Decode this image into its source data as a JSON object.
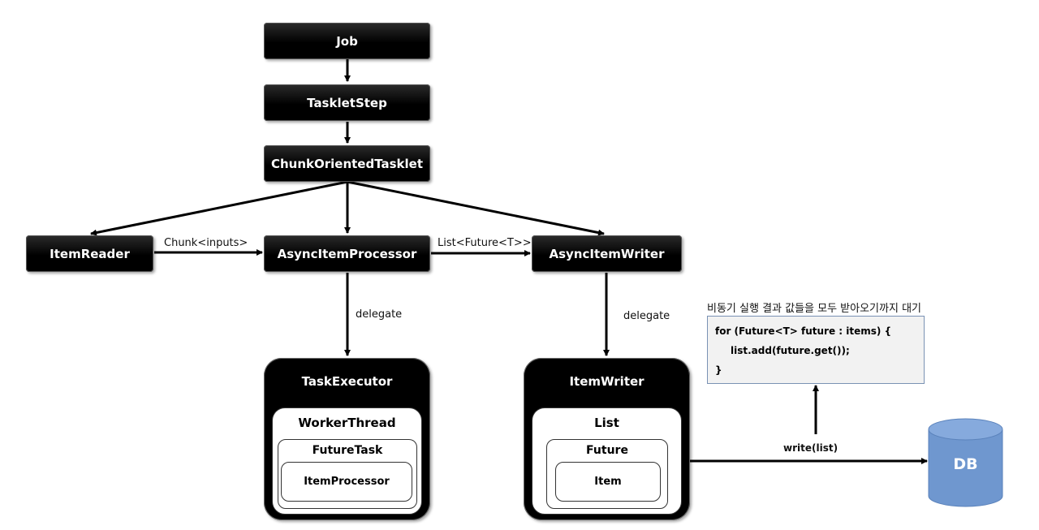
{
  "nodes": {
    "job": "Job",
    "tasklet_step": "TaskletStep",
    "chunk_oriented_tasklet": "ChunkOrientedTasklet",
    "item_reader": "ItemReader",
    "async_item_processor": "AsyncItemProcessor",
    "async_item_writer": "AsyncItemWriter"
  },
  "edge_labels": {
    "chunk_inputs": "Chunk<inputs>",
    "list_future": "List<Future<T>>",
    "delegate_left": "delegate",
    "delegate_right": "delegate",
    "write_list": "write(list)"
  },
  "task_executor": {
    "title": "TaskExecutor",
    "worker_thread": "WorkerThread",
    "future_task": "FutureTask",
    "item_processor": "ItemProcessor"
  },
  "item_writer": {
    "title": "ItemWriter",
    "list": "List",
    "future": "Future",
    "item": "Item"
  },
  "note": {
    "caption": "비동기 실행 결과 값들을 모두 받아오기까지 대기",
    "code_line_1": "for (Future<T>  future : items) {",
    "code_line_2": "list.add(future.get());",
    "code_line_3": "}"
  },
  "db": {
    "label": "DB",
    "color": "#6f97cf"
  }
}
